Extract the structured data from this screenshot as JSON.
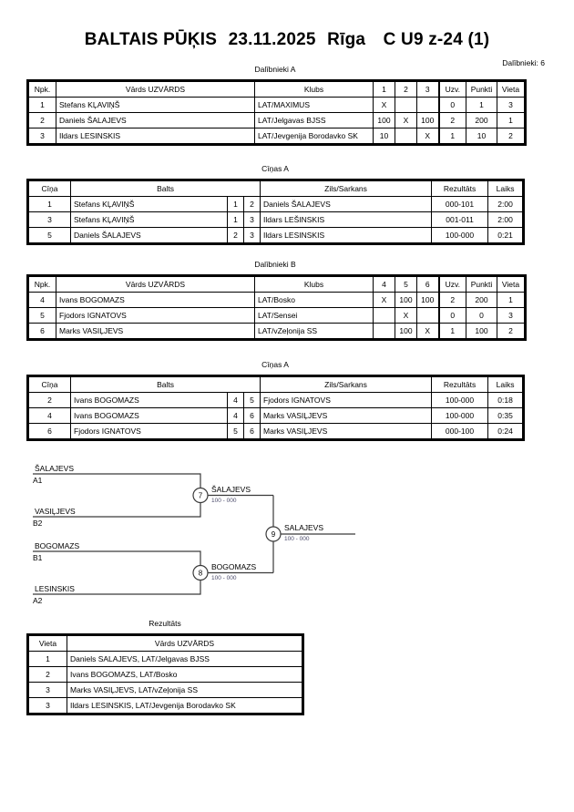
{
  "header": {
    "event": "BALTAIS PŪĶIS",
    "date": "23.11.2025",
    "city": "Rīga",
    "category": "C U9 z-24 (1)",
    "participants_label": "Dalībnieki: 6"
  },
  "group_a": {
    "caption": "Dalībnieki A",
    "columns": {
      "no": "Npk.",
      "name": "Vārds UZVĀRDS",
      "club": "Klubs",
      "m1": "1",
      "m2": "2",
      "m3": "3",
      "wins": "Uzv.",
      "points": "Punkti",
      "place": "Vieta"
    },
    "rows": [
      {
        "no": "1",
        "name": "Stefans KĻAVIŅŠ",
        "club": "LAT/MAXIMUS",
        "m1": "X",
        "m2": "",
        "m3": "",
        "wins": "0",
        "points": "1",
        "place": "3"
      },
      {
        "no": "2",
        "name": "Daniels ŠALAJEVS",
        "club": "LAT/Jelgavas BJSS",
        "m1": "100",
        "m2": "X",
        "m3": "100",
        "wins": "2",
        "points": "200",
        "place": "1"
      },
      {
        "no": "3",
        "name": "Ildars LESINSKIS",
        "club": "LAT/Jevgenija Borodavko SK",
        "m1": "10",
        "m2": "",
        "m3": "X",
        "wins": "1",
        "points": "10",
        "place": "2"
      }
    ]
  },
  "fights_a": {
    "caption": "Cīņas A",
    "columns": {
      "no": "Cīņa",
      "white": "Balts",
      "n1": "",
      "n2": "",
      "blue": "Zils/Sarkans",
      "result": "Rezultāts",
      "time": "Laiks"
    },
    "rows": [
      {
        "no": "1",
        "white": "Stefans KĻAVIŅŠ",
        "n1": "1",
        "n2": "2",
        "blue": "Daniels ŠALAJEVS",
        "result": "000-101",
        "time": "2:00"
      },
      {
        "no": "3",
        "white": "Stefans KĻAVIŅŠ",
        "n1": "1",
        "n2": "3",
        "blue": "Ildars LEŠINSKIS",
        "result": "001-011",
        "time": "2:00"
      },
      {
        "no": "5",
        "white": "Daniels ŠALAJEVS",
        "n1": "2",
        "n2": "3",
        "blue": "Ildars LESINSKIS",
        "result": "100-000",
        "time": "0:21"
      }
    ]
  },
  "group_b": {
    "caption": "Dalībnieki B",
    "columns": {
      "no": "Npk.",
      "name": "Vārds UZVĀRDS",
      "club": "Klubs",
      "m1": "4",
      "m2": "5",
      "m3": "6",
      "wins": "Uzv.",
      "points": "Punkti",
      "place": "Vieta"
    },
    "rows": [
      {
        "no": "4",
        "name": "Ivans BOGOMAZS",
        "club": "LAT/Bosko",
        "m1": "X",
        "m2": "100",
        "m3": "100",
        "wins": "2",
        "points": "200",
        "place": "1"
      },
      {
        "no": "5",
        "name": "Fjodors IGNATOVS",
        "club": "LAT/Sensei",
        "m1": "",
        "m2": "X",
        "m3": "",
        "wins": "0",
        "points": "0",
        "place": "3"
      },
      {
        "no": "6",
        "name": "Marks VASIĻJEVS",
        "club": "LAT/vZeļonija SS",
        "m1": "",
        "m2": "100",
        "m3": "X",
        "wins": "1",
        "points": "100",
        "place": "2"
      }
    ]
  },
  "fights_b": {
    "caption": "Cīņas A",
    "columns": {
      "no": "Cīņa",
      "white": "Balts",
      "n1": "",
      "n2": "",
      "blue": "Zils/Sarkans",
      "result": "Rezultāts",
      "time": "Laiks"
    },
    "rows": [
      {
        "no": "2",
        "white": "Ivans BOGOMAZS",
        "n1": "4",
        "n2": "5",
        "blue": "Fjodors IGNATOVS",
        "result": "100-000",
        "time": "0:18"
      },
      {
        "no": "4",
        "white": "Ivans BOGOMAZS",
        "n1": "4",
        "n2": "6",
        "blue": "Marks VASIĻJEVS",
        "result": "100-000",
        "time": "0:35"
      },
      {
        "no": "6",
        "white": "Fjodors IGNATOVS",
        "n1": "5",
        "n2": "6",
        "blue": "Marks VASIĻJEVS",
        "result": "000-100",
        "time": "0:24"
      }
    ]
  },
  "bracket": {
    "entries": [
      {
        "name": "ŠALAJEVS",
        "seed": "A1"
      },
      {
        "name": "VASIĻJEVS",
        "seed": "B2"
      },
      {
        "name": "BOGOMAZS",
        "seed": "B1"
      },
      {
        "name": "LESINSKIS",
        "seed": "A2"
      }
    ],
    "semifinals": [
      {
        "number": "7",
        "winner": "ŠALAJEVS",
        "score": "100 - 000"
      },
      {
        "number": "8",
        "winner": "BOGOMAZS",
        "score": "100 - 000"
      }
    ],
    "final": {
      "number": "9",
      "winner": "SALAJEVS",
      "score": "100 - 000"
    }
  },
  "results": {
    "caption": "Rezultāts",
    "columns": {
      "place": "Vieta",
      "name": "Vārds UZVĀRDS"
    },
    "rows": [
      {
        "place": "1",
        "name": "Daniels SALAJEVS, LAT/Jelgavas BJSS"
      },
      {
        "place": "2",
        "name": "Ivans BOGOMAZS, LAT/Bosko"
      },
      {
        "place": "3",
        "name": "Marks VASIĻJEVS, LAT/vZeļonija SS"
      },
      {
        "place": "3",
        "name": "Ildars LESINSKIS, LAT/Jevgenija Borodavko SK"
      }
    ]
  }
}
